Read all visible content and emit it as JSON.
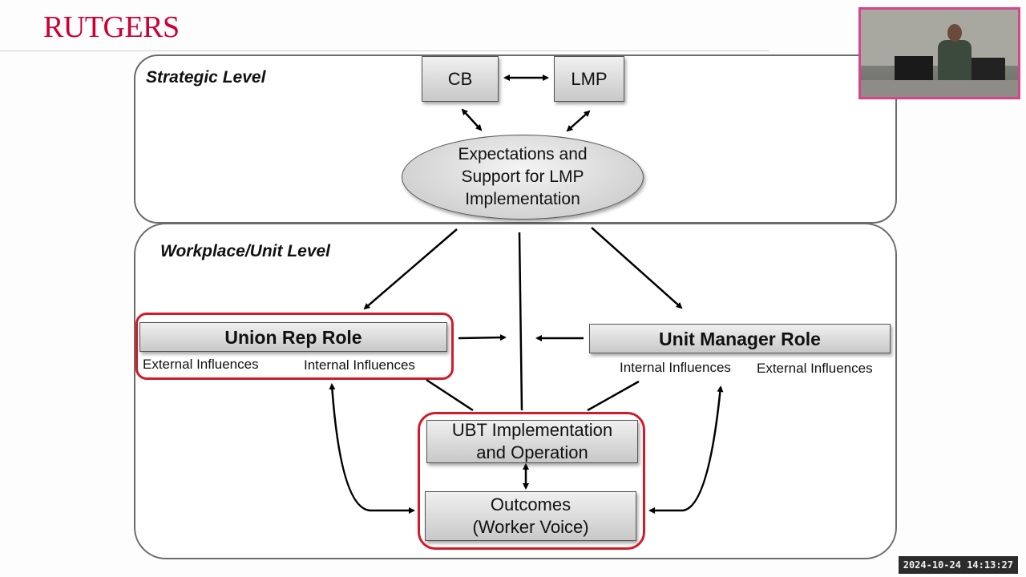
{
  "header": {
    "logo": "RUTGERS"
  },
  "diagram": {
    "strategic": {
      "title": "Strategic Level",
      "cb": "CB",
      "lmp": "LMP",
      "expectations": "Expectations and Support for LMP Implementation"
    },
    "workplace": {
      "title": "Workplace/Unit Level",
      "union_rep": {
        "title": "Union Rep Role",
        "external": "External Influences",
        "internal": "Internal Influences"
      },
      "unit_manager": {
        "title": "Unit Manager Role",
        "internal": "Internal Influences",
        "external": "External Influences"
      },
      "ubt": "UBT Implementation and Operation",
      "outcomes": "Outcomes (Worker Voice)"
    },
    "colors": {
      "highlight": "#d21b2a",
      "logo": "#cc0033"
    }
  },
  "video_overlay": {
    "icon": "presenter-video-thumbnail"
  },
  "timestamp": "2024-10-24 14:13:27"
}
